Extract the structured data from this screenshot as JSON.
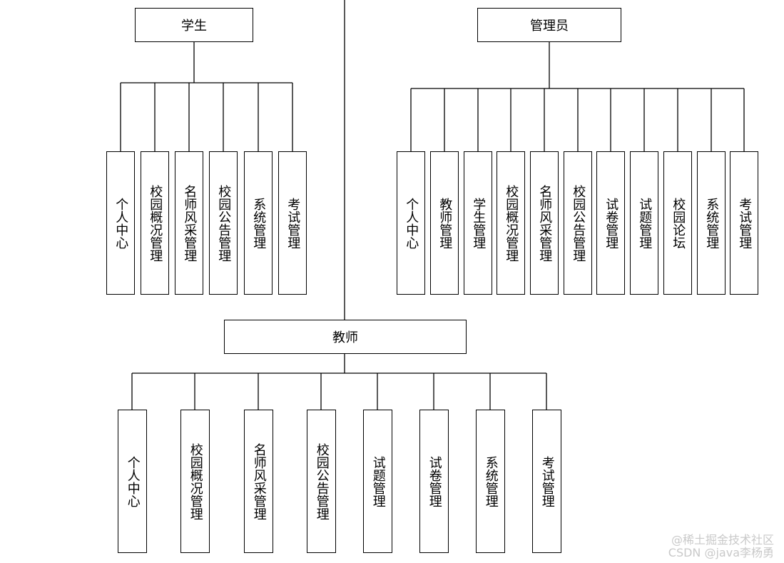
{
  "roles": {
    "student": {
      "label": "学生",
      "children": [
        "个人中心",
        "校园概况管理",
        "名师风采管理",
        "校园公告管理",
        "系统管理",
        "考试管理"
      ]
    },
    "admin": {
      "label": "管理员",
      "children": [
        "个人中心",
        "教师管理",
        "学生管理",
        "校园概况管理",
        "名师风采管理",
        "校园公告管理",
        "试卷管理",
        "试题管理",
        "校园论坛",
        "系统管理",
        "考试管理"
      ]
    },
    "teacher": {
      "label": "教师",
      "children": [
        "个人中心",
        "校园概况管理",
        "名师风采管理",
        "校园公告管理",
        "试题管理",
        "试卷管理",
        "系统管理",
        "考试管理"
      ]
    }
  },
  "watermark": {
    "line1": "@稀土掘金技术社区",
    "line2": "CSDN @java李杨勇"
  }
}
